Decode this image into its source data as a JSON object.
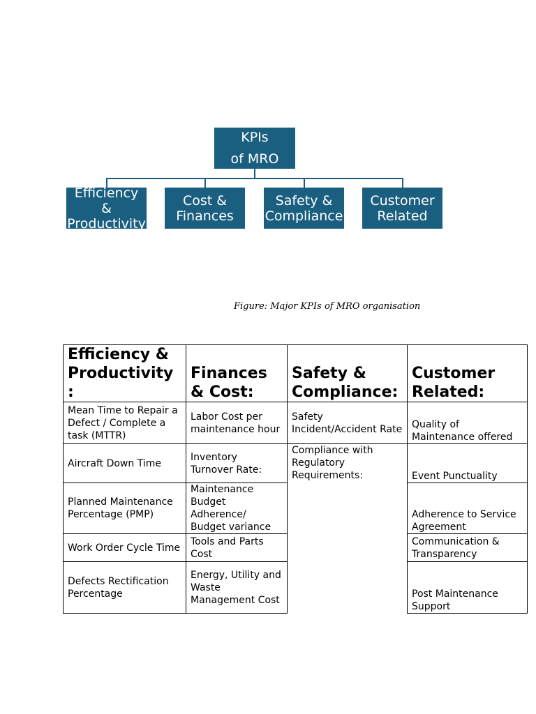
{
  "org_chart": {
    "root": "KPIs\nof MRO",
    "children": [
      "Efficiency\n&\nProductivity",
      "Cost &\nFinances",
      "Safety &\nCompliance",
      "Customer\nRelated"
    ],
    "box_color": "#1a5e80"
  },
  "caption": "Figure: Major KPIs of MRO organisation",
  "table": {
    "headers": [
      "Efficiency & Productivity :",
      "Finances & Cost:",
      "Safety & Compliance:",
      "Customer Related:"
    ],
    "rows": [
      [
        "Mean Time to Repair a Defect / Complete a task (MTTR)",
        "Labor Cost per maintenance hour",
        "Safety Incident/Accident Rate",
        " Quality of Maintenance offered"
      ],
      [
        "Aircraft Down Time",
        "Inventory Turnover Rate:",
        "Compliance with Regulatory Requirements:",
        "Event Punctuality"
      ],
      [
        "Planned Maintenance Percentage (PMP)",
        "Maintenance Budget Adherence/ Budget variance",
        "",
        "Adherence to Service Agreement"
      ],
      [
        "Work Order Cycle Time",
        "Tools and Parts Cost",
        "",
        "Communication & Transparency"
      ],
      [
        "Defects Rectification Percentage",
        "Energy, Utility and Waste Management Cost",
        "",
        "Post Maintenance Support"
      ]
    ]
  }
}
